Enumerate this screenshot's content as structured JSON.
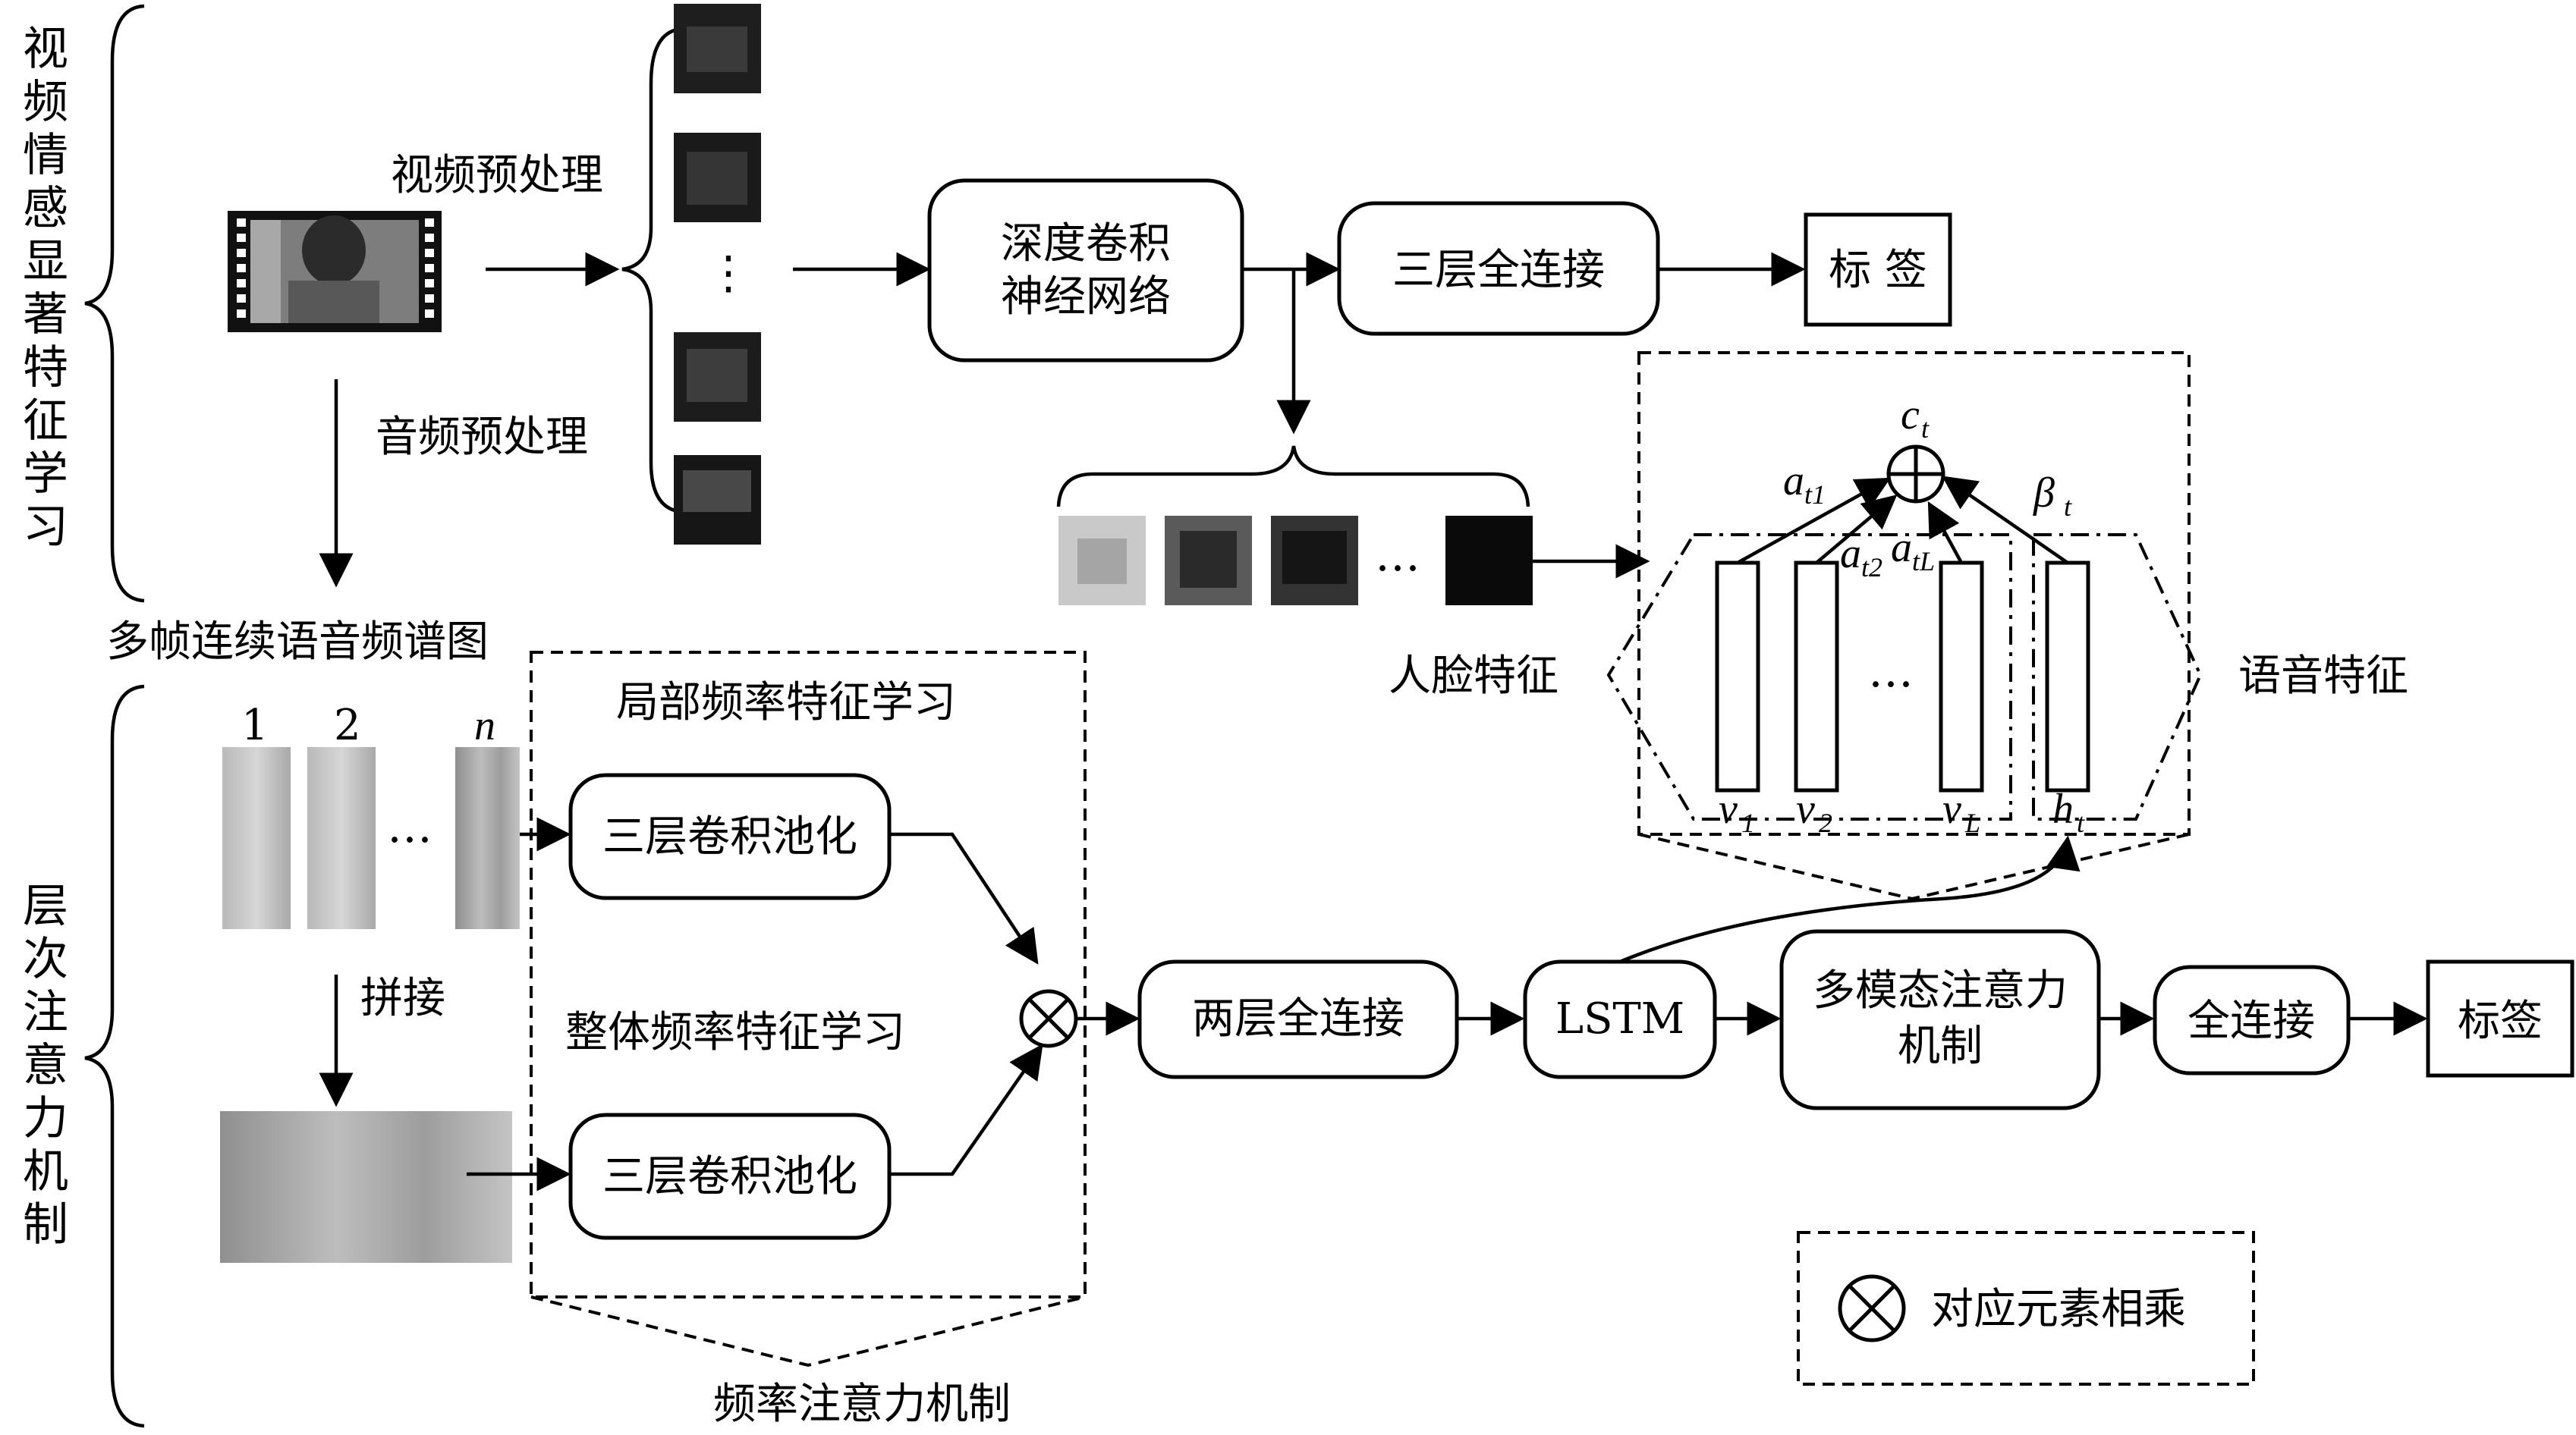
{
  "side_labels": {
    "top": "视频情感显著特征学习",
    "bottom": "层次注意力机制"
  },
  "labels": {
    "video_preprocess": "视频预处理",
    "audio_preprocess": "音频预处理",
    "multi_frame": "多帧连续语音频谱图",
    "splice": "拼接",
    "local_freq": "局部频率特征学习",
    "global_freq": "整体频率特征学习",
    "freq_attention": "频率注意力机制",
    "face_feature": "人脸特征",
    "speech_feature": "语音特征",
    "spec_1": "1",
    "spec_2": "2",
    "spec_n": "n",
    "dots": "…",
    "vdots": "⋮",
    "legend": "对应元素相乘"
  },
  "boxes": {
    "dcnn_line1": "深度卷积",
    "dcnn_line2": "神经网络",
    "fc3": "三层全连接",
    "label_top": "标 签",
    "conv_pool_1": "三层卷积池化",
    "conv_pool_2": "三层卷积池化",
    "fc2": "两层全连接",
    "lstm": "LSTM",
    "mm_att_line1": "多模态注意力",
    "mm_att_line2": "机制",
    "fc": "全连接",
    "label_bottom": "标签"
  },
  "attention": {
    "c": "c",
    "c_sub": "t",
    "a1": "a",
    "a1_sub": "t1",
    "a2": "a",
    "a2_sub": "t2",
    "aL": "a",
    "aL_sub": "tL",
    "beta": "β",
    "beta_sub": "t",
    "v1": "v",
    "v1_sub": "1",
    "v2": "v",
    "v2_sub": "2",
    "vL": "v",
    "vL_sub": "L",
    "h": "h",
    "h_sub": "t"
  },
  "colors": {
    "stroke": "#000000",
    "background": "#ffffff"
  }
}
